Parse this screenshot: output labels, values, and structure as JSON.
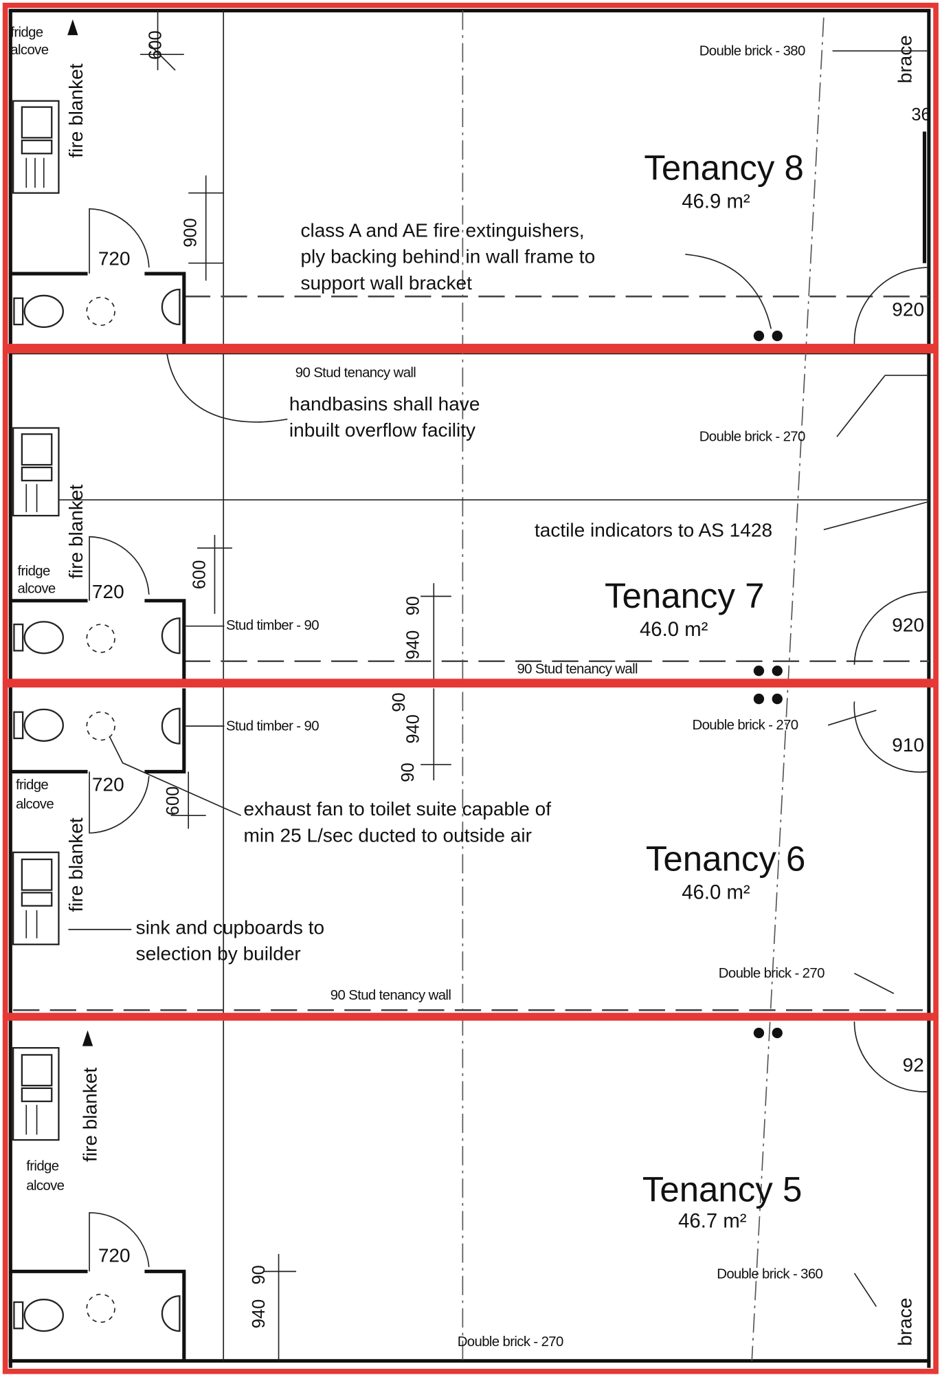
{
  "colors": {
    "highlight": "#e53935",
    "ink": "#111111"
  },
  "tenancies": [
    {
      "name": "Tenancy 8",
      "area": "46.9 m²",
      "labels": {
        "fridge_1": "fridge",
        "fridge_2": "alcove",
        "fire_blanket": "fire blanket",
        "door": "720",
        "dim_a": "600",
        "dim_b": "900",
        "note": [
          "class A and AE fire extinguishers,",
          "ply backing behind in wall frame to",
          "support wall bracket"
        ],
        "wall": "Double brick - 380",
        "brace": "brace",
        "dim_c": "36",
        "entry_door": "920"
      }
    },
    {
      "name": "Tenancy 7",
      "area": "46.0 m²",
      "labels": {
        "stud_top": "90 Stud tenancy wall",
        "note": [
          "handbasins shall have",
          "inbuilt overflow facility"
        ],
        "wall": "Double brick - 270",
        "tactile": "tactile indicators to AS 1428",
        "fire_blanket": "fire blanket",
        "fridge_1": "fridge",
        "fridge_2": "alcove",
        "door": "720",
        "dim_a": "600",
        "stud_timber": "Stud timber - 90",
        "dim_b": "90",
        "dim_c": "940",
        "entry_door": "920",
        "stud_bottom": "90 Stud tenancy wall"
      }
    },
    {
      "name": "Tenancy 6",
      "area": "46.0 m²",
      "labels": {
        "dim_a": "90",
        "dim_b": "940",
        "dim_c": "90",
        "stud_timber": "Stud timber - 90",
        "wall_top": "Double brick - 270",
        "entry_door": "910",
        "fridge_1": "fridge",
        "fridge_2": "alcove",
        "door": "720",
        "dim_d": "600",
        "note": [
          "exhaust fan to toilet suite capable of",
          "min 25 L/sec ducted to outside air"
        ],
        "fire_blanket": "fire blanket",
        "sink_note": [
          "sink and cupboards to",
          "selection by builder"
        ],
        "wall_bottom": "Double brick - 270",
        "stud_bottom": "90 Stud tenancy wall"
      }
    },
    {
      "name": "Tenancy 5",
      "area": "46.7 m²",
      "labels": {
        "fire_blanket": "fire blanket",
        "fridge_1": "fridge",
        "fridge_2": "alcove",
        "entry_door": "92",
        "door": "720",
        "dim_a": "90",
        "dim_b": "940",
        "wall": "Double brick - 360",
        "brace": "brace",
        "wall_bottom": "Double brick - 270"
      }
    }
  ]
}
